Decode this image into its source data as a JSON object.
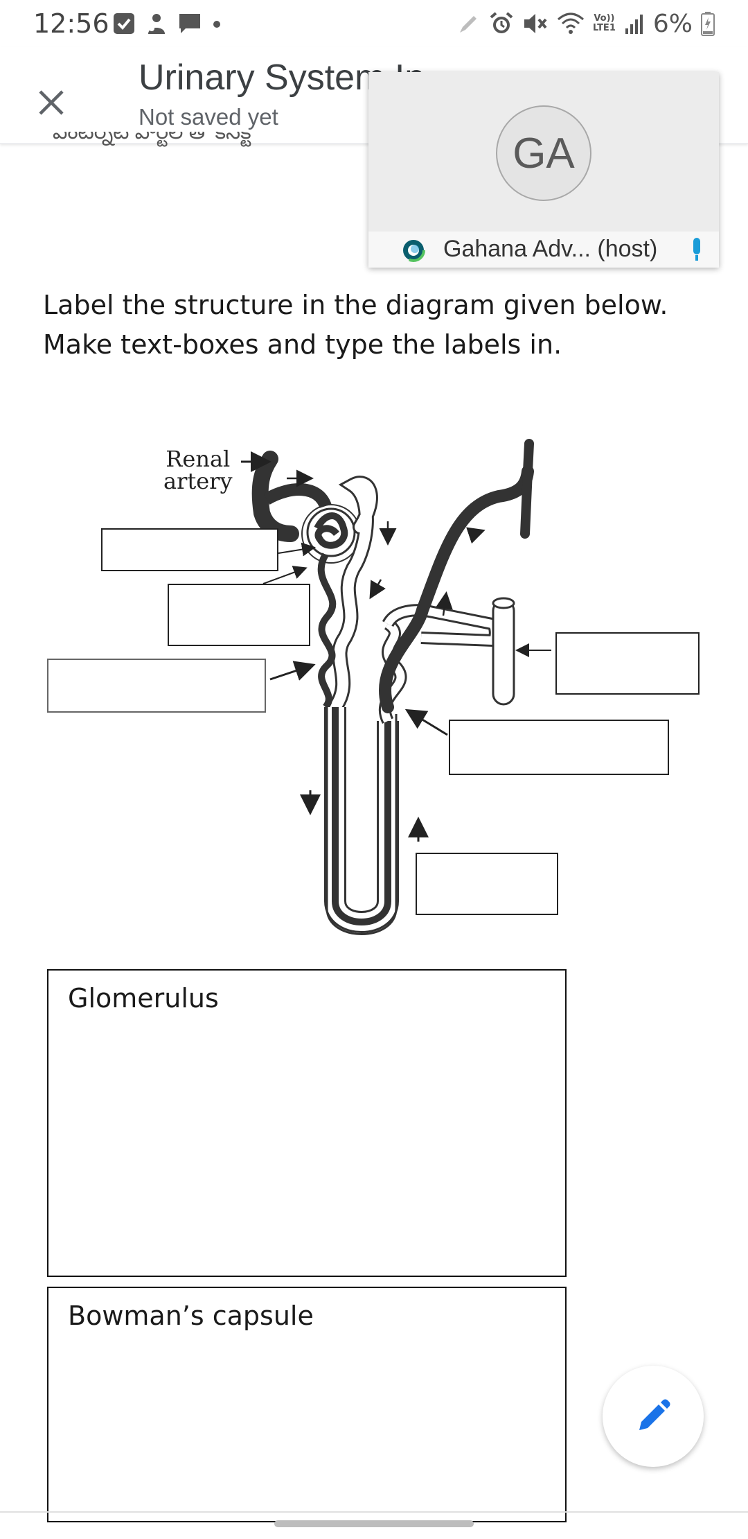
{
  "status_bar": {
    "time": "12:56",
    "battery_percent": "6%",
    "network_label_top": "Vo))",
    "network_label_bottom": "LTE1",
    "left_icons": [
      "save-check-icon",
      "notification-app-icon",
      "chat-bubble-icon",
      "dot-icon"
    ],
    "right_icons": [
      "pen-icon",
      "alarm-icon",
      "mute-icon",
      "wifi-icon",
      "signal-icon",
      "battery-charging-icon"
    ]
  },
  "header": {
    "title": "Urinary System In",
    "subtitle": "Not saved yet",
    "close_icon": "close-icon"
  },
  "meeting_overlay": {
    "avatar_initials": "GA",
    "participant_name": "Gahana Adv... (host)",
    "mic_icon": "microphone-icon",
    "accent_color": "#1a9cd8"
  },
  "document": {
    "cut_off_text": "ఎంటర్నెట్ పోర్టల్ తో కనెక్ట్",
    "instruction": "Label the structure in the diagram given below. Make text-boxes and type the labels in.",
    "diagram": {
      "renal_label_line1": "Renal",
      "renal_label_line2": "artery"
    },
    "answer_boxes": [
      {
        "label": "Glomerulus"
      },
      {
        "label": "Bowman’s capsule"
      }
    ]
  },
  "fab": {
    "icon": "pencil-edit-icon",
    "color": "#1a73e8"
  }
}
